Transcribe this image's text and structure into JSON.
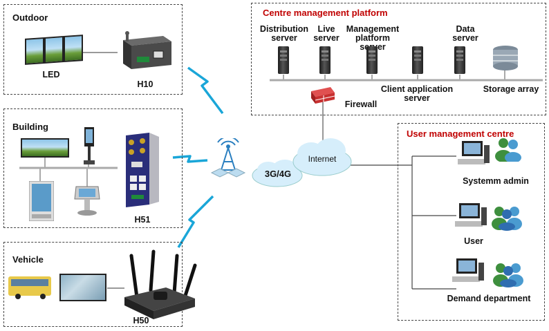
{
  "outdoor": {
    "title": "Outdoor",
    "led_label": "LED",
    "router_label": "H10"
  },
  "building": {
    "title": "Building",
    "router_label": "H51"
  },
  "vehicle": {
    "title": "Vehicle",
    "router_label": "H50"
  },
  "center": {
    "title": "Centre management platform",
    "servers": [
      {
        "label": "Distribution server"
      },
      {
        "label": "Live server"
      },
      {
        "label": "Management platform server"
      },
      {
        "label": "Data server"
      }
    ],
    "client_app_label": "Client application server",
    "storage_label": "Storage array",
    "firewall_label": "Firewall"
  },
  "network": {
    "internet_label": "Internet",
    "cellular_label": "3G/4G"
  },
  "users": {
    "title": "User management centre",
    "items": [
      {
        "label": "Systemm admin"
      },
      {
        "label": "User"
      },
      {
        "label": "Demand department"
      }
    ]
  },
  "colors": {
    "accent_red": "#c00000",
    "lightning_blue": "#1aa6d8",
    "cloud": "#d6eefb"
  }
}
